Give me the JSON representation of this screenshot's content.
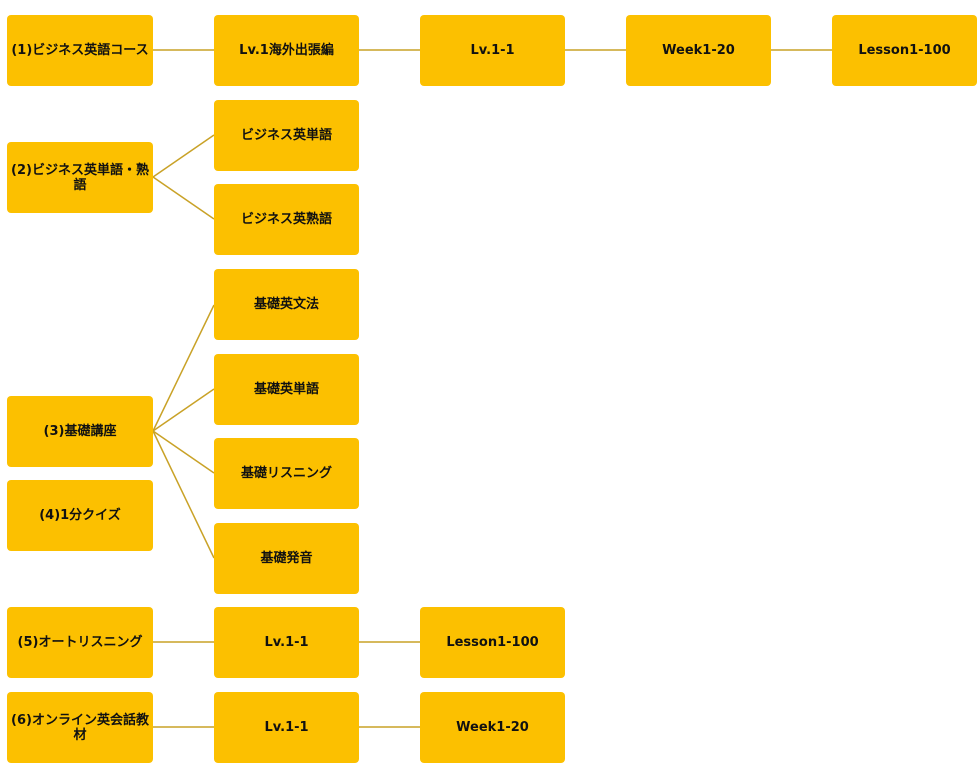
{
  "colors": {
    "box": "#fcc000",
    "line": "#c9a227",
    "text": "#111111"
  },
  "nodes": {
    "business_course": "(1)ビジネス英語コース",
    "lv1_trip": "Lv.1海外出張編",
    "lv1_1_a": "Lv.1-1",
    "week_a": "Week1-20",
    "lesson_a": "Lesson1-100",
    "vocab_idiom": "(2)ビジネス英単語・熟語",
    "biz_vocab": "ビジネス英単語",
    "biz_idiom": "ビジネス英熟語",
    "basic_course": "(3)基礎講座",
    "basic_grammar": "基礎英文法",
    "basic_vocab": "基礎英単語",
    "basic_listening": "基礎リスニング",
    "basic_pronunciation": "基礎発音",
    "quiz": "(4)1分クイズ",
    "auto_listening": "(5)オートリスニング",
    "lv1_1_b": "Lv.1-1",
    "lesson_b": "Lesson1-100",
    "online_material": "(6)オンライン英会話教材",
    "lv1_1_c": "Lv.1-1",
    "week_c": "Week1-20"
  }
}
